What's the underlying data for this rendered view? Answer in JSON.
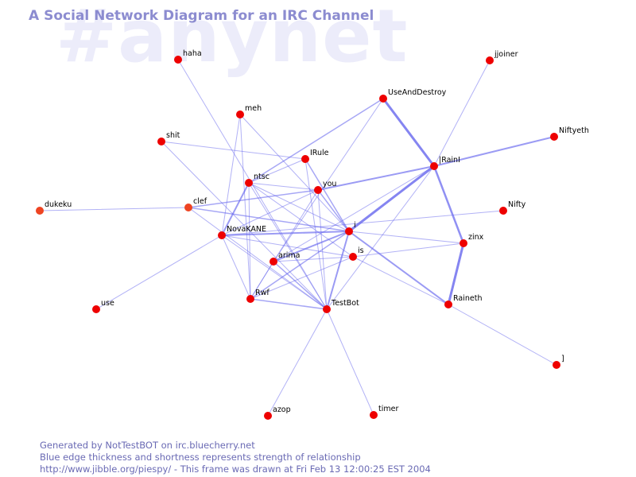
{
  "watermark": "#anynet",
  "title": "A Social Network Diagram for an IRC Channel",
  "footer": {
    "line1": "Generated by NotTestBOT on irc.bluecherry.net",
    "line2": "Blue edge thickness and shortness represents strength of relationship",
    "line3": "http://www.jibble.org/piespy/ - This frame was drawn at Fri Feb 13 12:00:25 EST 2004"
  },
  "colors": {
    "node": "#ee0000",
    "node_faded": "#ee4422",
    "edge": "#6666ee",
    "title": "#8c8cd0",
    "watermark": "#ececfa"
  },
  "nodes": [
    {
      "id": "haha",
      "label": "haha"
    },
    {
      "id": "jjoiner",
      "label": "jjoiner"
    },
    {
      "id": "UseAndDestroy",
      "label": "UseAndDestroy"
    },
    {
      "id": "meh",
      "label": "meh"
    },
    {
      "id": "Niftyeth",
      "label": "Niftyeth"
    },
    {
      "id": "shit",
      "label": "shit"
    },
    {
      "id": "IRule",
      "label": "IRule"
    },
    {
      "id": "IRainI",
      "label": "|RainI"
    },
    {
      "id": "ntsc",
      "label": "ntsc"
    },
    {
      "id": "you",
      "label": "you"
    },
    {
      "id": "dukeku",
      "label": "dukeku"
    },
    {
      "id": "clef",
      "label": "clef"
    },
    {
      "id": "Nifty",
      "label": "Nifty"
    },
    {
      "id": "i",
      "label": "i"
    },
    {
      "id": "NovaKANE",
      "label": "NovaKANE"
    },
    {
      "id": "zinx",
      "label": "zinx"
    },
    {
      "id": "is",
      "label": "is"
    },
    {
      "id": "arima",
      "label": "arima"
    },
    {
      "id": "Rwf",
      "label": "Rwf"
    },
    {
      "id": "Raineth",
      "label": "Raineth"
    },
    {
      "id": "TestBot",
      "label": "TestBot"
    },
    {
      "id": "use",
      "label": "use"
    },
    {
      "id": "J",
      "label": "]"
    },
    {
      "id": "azop",
      "label": "azop"
    },
    {
      "id": "timer",
      "label": "timer"
    }
  ],
  "edges": [
    {
      "from": "haha",
      "to": "TestBot",
      "weight": 1
    },
    {
      "from": "jjoiner",
      "to": "IRainI",
      "weight": 1
    },
    {
      "from": "UseAndDestroy",
      "to": "IRainI",
      "weight": 3
    },
    {
      "from": "UseAndDestroy",
      "to": "ntsc",
      "weight": 1.5
    },
    {
      "from": "UseAndDestroy",
      "to": "arima",
      "weight": 1
    },
    {
      "from": "meh",
      "to": "NovaKANE",
      "weight": 1
    },
    {
      "from": "meh",
      "to": "Rwf",
      "weight": 1
    },
    {
      "from": "meh",
      "to": "i",
      "weight": 1
    },
    {
      "from": "Niftyeth",
      "to": "IRainI",
      "weight": 2
    },
    {
      "from": "shit",
      "to": "IRule",
      "weight": 1
    },
    {
      "from": "shit",
      "to": "TestBot",
      "weight": 1
    },
    {
      "from": "IRule",
      "to": "ntsc",
      "weight": 1
    },
    {
      "from": "IRule",
      "to": "i",
      "weight": 1.5
    },
    {
      "from": "IRule",
      "to": "TestBot",
      "weight": 1
    },
    {
      "from": "IRainI",
      "to": "i",
      "weight": 3
    },
    {
      "from": "IRainI",
      "to": "zinx",
      "weight": 2.5
    },
    {
      "from": "IRainI",
      "to": "you",
      "weight": 2
    },
    {
      "from": "IRainI",
      "to": "TestBot",
      "weight": 1
    },
    {
      "from": "IRainI",
      "to": "arima",
      "weight": 1
    },
    {
      "from": "you",
      "to": "clef",
      "weight": 1.5
    },
    {
      "from": "you",
      "to": "NovaKANE",
      "weight": 1
    },
    {
      "from": "you",
      "to": "Rwf",
      "weight": 1
    },
    {
      "from": "you",
      "to": "ntsc",
      "weight": 1
    },
    {
      "from": "you",
      "to": "i",
      "weight": 1.5
    },
    {
      "from": "you",
      "to": "TestBot",
      "weight": 1
    },
    {
      "from": "dukeku",
      "to": "clef",
      "weight": 1
    },
    {
      "from": "clef",
      "to": "i",
      "weight": 1.5
    },
    {
      "from": "clef",
      "to": "TestBot",
      "weight": 1
    },
    {
      "from": "Nifty",
      "to": "NovaKANE",
      "weight": 1
    },
    {
      "from": "i",
      "to": "NovaKANE",
      "weight": 2
    },
    {
      "from": "i",
      "to": "arima",
      "weight": 2
    },
    {
      "from": "i",
      "to": "Rwf",
      "weight": 1.5
    },
    {
      "from": "i",
      "to": "TestBot",
      "weight": 2
    },
    {
      "from": "i",
      "to": "Raineth",
      "weight": 2
    },
    {
      "from": "i",
      "to": "zinx",
      "weight": 1
    },
    {
      "from": "i",
      "to": "ntsc",
      "weight": 1
    },
    {
      "from": "ntsc",
      "to": "NovaKANE",
      "weight": 2
    },
    {
      "from": "ntsc",
      "to": "TestBot",
      "weight": 1
    },
    {
      "from": "ntsc",
      "to": "is",
      "weight": 1
    },
    {
      "from": "ntsc",
      "to": "Rwf",
      "weight": 1
    },
    {
      "from": "NovaKANE",
      "to": "is",
      "weight": 1
    },
    {
      "from": "NovaKANE",
      "to": "Rwf",
      "weight": 1
    },
    {
      "from": "NovaKANE",
      "to": "TestBot",
      "weight": 1
    },
    {
      "from": "NovaKANE",
      "to": "use",
      "weight": 1
    },
    {
      "from": "zinx",
      "to": "Raineth",
      "weight": 3
    },
    {
      "from": "zinx",
      "to": "is",
      "weight": 1
    },
    {
      "from": "is",
      "to": "arima",
      "weight": 1
    },
    {
      "from": "is",
      "to": "Raineth",
      "weight": 1
    },
    {
      "from": "is",
      "to": "Rwf",
      "weight": 1
    },
    {
      "from": "arima",
      "to": "Rwf",
      "weight": 1
    },
    {
      "from": "arima",
      "to": "TestBot",
      "weight": 1.5
    },
    {
      "from": "Rwf",
      "to": "TestBot",
      "weight": 1.5
    },
    {
      "from": "Raineth",
      "to": "J",
      "weight": 1
    },
    {
      "from": "TestBot",
      "to": "azop",
      "weight": 1
    },
    {
      "from": "TestBot",
      "to": "timer",
      "weight": 1
    }
  ]
}
